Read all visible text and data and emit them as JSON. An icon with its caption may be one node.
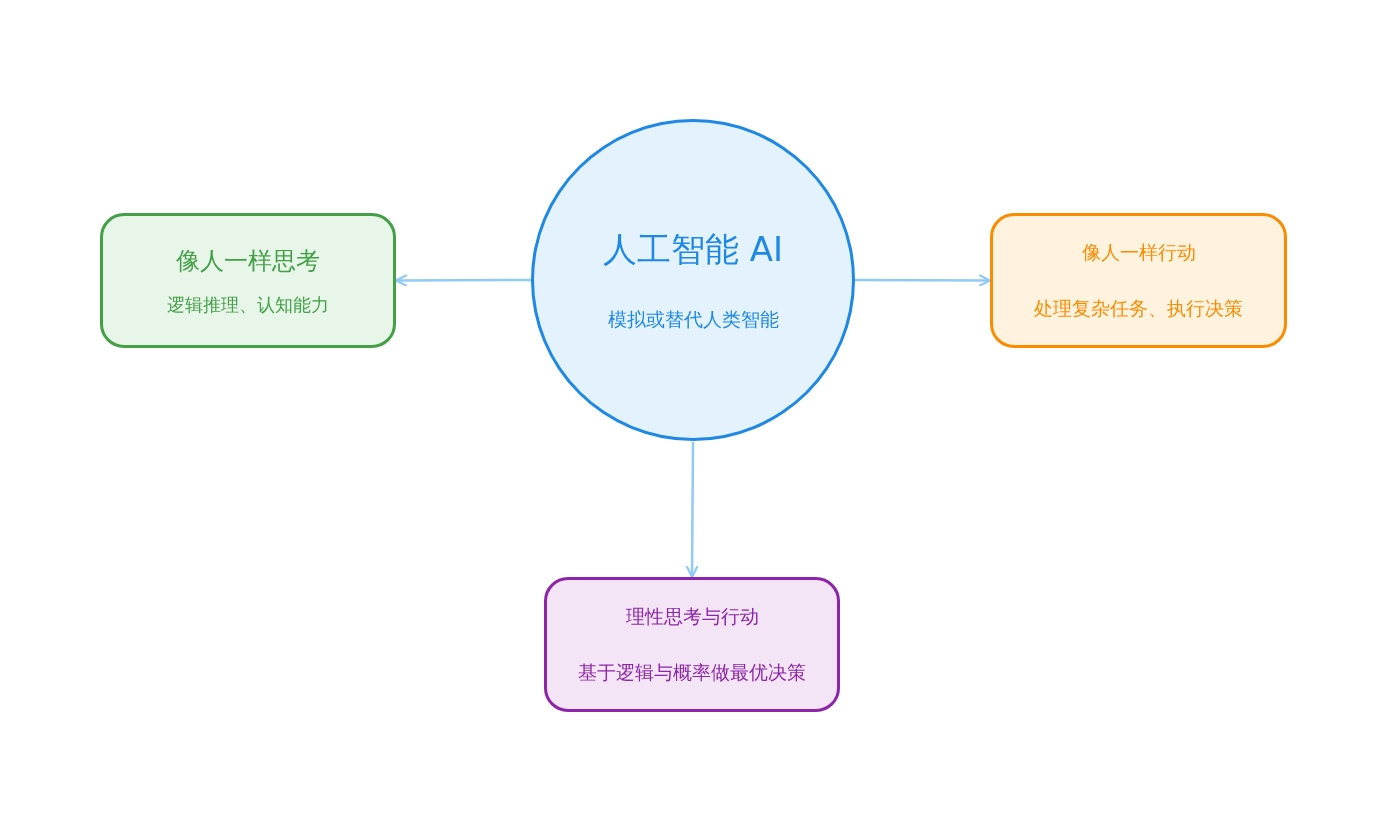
{
  "diagram": {
    "nodes": [
      {
        "text": [
          "人工智能 AI",
          "模拟或替代人类智能"
        ]
      },
      {
        "text": [
          "像人一样思考",
          "逻辑推理、认知能力"
        ]
      },
      {
        "text": [
          "像人一样行动",
          "处理复杂任务、执行决策"
        ]
      },
      {
        "text": [
          "理性思考与行动",
          "基于逻辑与概率做最优决策"
        ]
      }
    ],
    "edges": [
      {
        "from": 0,
        "to": 1,
        "arrow": "to"
      },
      {
        "from": 0,
        "to": 2,
        "arrow": "to"
      },
      {
        "from": 0,
        "to": 3,
        "arrow": "to"
      }
    ]
  }
}
